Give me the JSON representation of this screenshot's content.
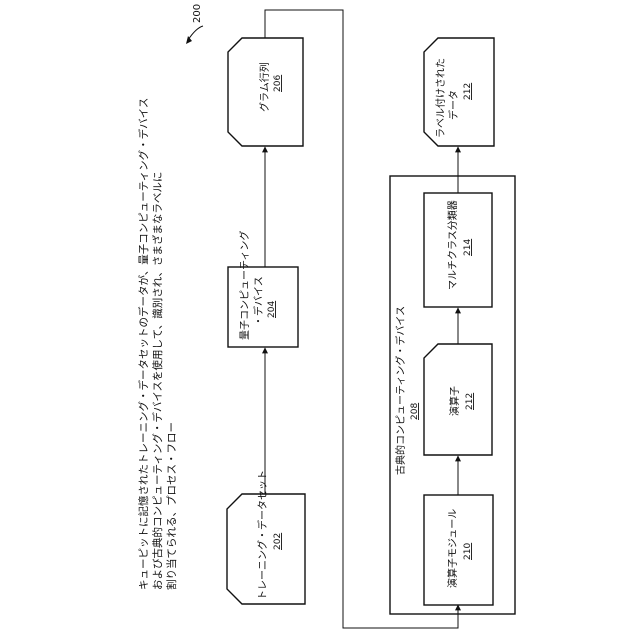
{
  "figure": {
    "ref": "200",
    "caption_lines": [
      "キューピットに記憶されたトレーニング・データセットのデータが、量子コンピューティング・デバイス",
      "および古典的コンピューティング・デバイスを使用して、識別され、さまざまなラベルに",
      "割り当てられる、プロセス・フロー"
    ]
  },
  "nodes": {
    "training_dataset": {
      "label": "トレーニング・データセット",
      "ref": "202"
    },
    "quantum_device": {
      "label_line1": "量子コンピューティング",
      "label_line2": "・デバイス",
      "ref": "204"
    },
    "gram_matrix": {
      "label": "グラム行列",
      "ref": "206"
    },
    "classical_device": {
      "label": "古典的コンピューティング・デバイス",
      "ref": "208"
    },
    "operator_module": {
      "label": "演算子モジュール",
      "ref": "210"
    },
    "operator": {
      "label": "演算子",
      "ref": "212"
    },
    "multiclass_classifier": {
      "label": "マルチクラス分類器",
      "ref": "214"
    },
    "labeled_data": {
      "label_line1": "ラベル付けされた",
      "label_line2": "データ",
      "ref": "212"
    }
  }
}
